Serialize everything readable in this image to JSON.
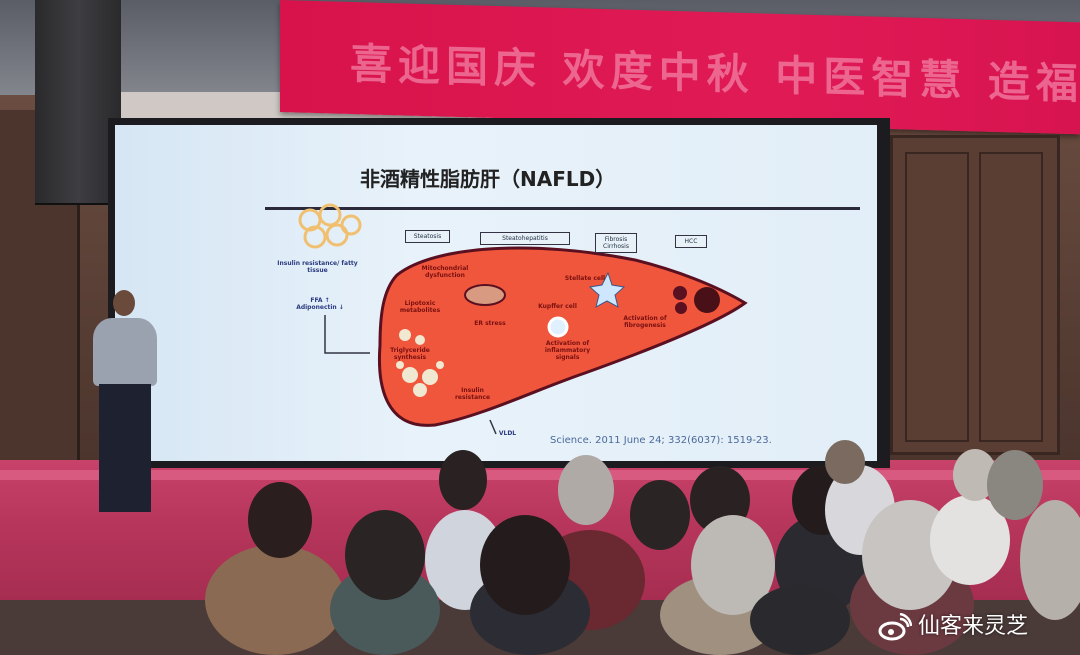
{
  "banner": {
    "text": "喜迎国庆 欢度中秋 中医智慧 造福百"
  },
  "slide": {
    "title": "非酒精性脂肪肝（NAFLD）",
    "stages": [
      "Steatosis",
      "Steatohepatitis",
      "Fibrosis Cirrhosis",
      "HCC"
    ],
    "labels": {
      "insulin_fatty": "Insulin resistance/ fatty tissue",
      "ffa": "FFA ↑ Adiponectin ↓",
      "mito": "Mitochondrial dysfunction",
      "lipotoxic": "Lipotoxic metabolites",
      "er": "ER stress",
      "tg": "Triglyceride synthesis",
      "insulin": "Insulin resistance",
      "kupffer": "Kupffer cell",
      "stellate": "Stellate cell",
      "fibro": "Activation of fibrogenesis",
      "inflam": "Activation of inflammatory signals",
      "vldl": "VLDL"
    },
    "citation": "Science. 2011 June 24; 332(6037): 1519-23."
  },
  "watermark": {
    "text": "仙客来灵芝",
    "icon": "weibo-icon"
  },
  "colors": {
    "banner": "#e01a55",
    "stage": "#b8365c",
    "liver": "#f0563c",
    "slide": "#e2eef8"
  }
}
